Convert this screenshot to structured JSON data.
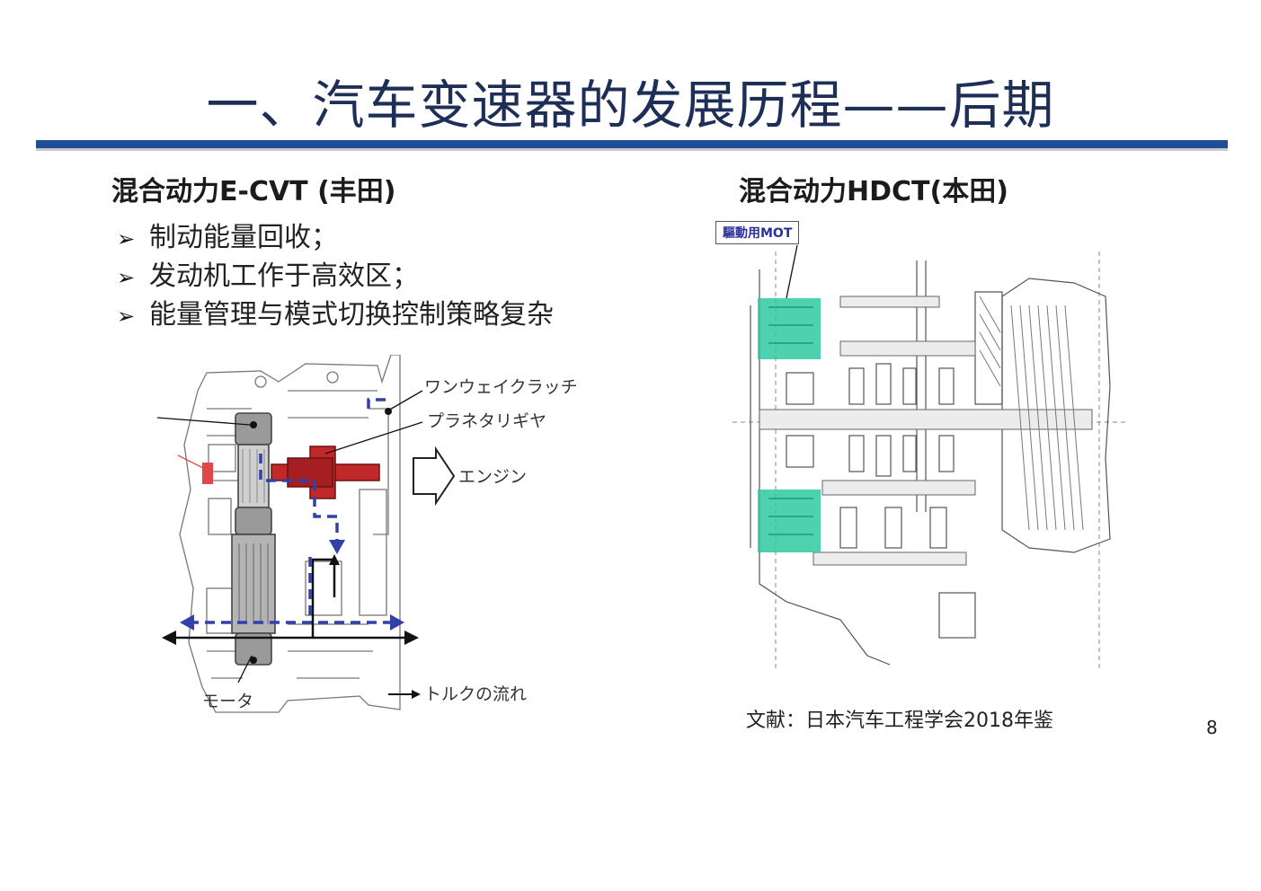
{
  "title": "一、汽车变速器的发展历程——后期",
  "left": {
    "heading": "混合动力E-CVT (丰田)",
    "bullets": [
      "制动能量回收；",
      "发动机工作于高效区；",
      "能量管理与模式切换控制策略复杂"
    ],
    "diagram_labels": {
      "one_way_clutch": "ワンウェイクラッチ",
      "planetary_gear": "プラネタリギヤ",
      "engine": "エンジン",
      "motor": "モータ",
      "torque_flow": "トルクの流れ"
    }
  },
  "right": {
    "heading": "混合动力HDCT(本田)",
    "motor_tag": "驅動用MOT",
    "reference": "文献：日本汽车工程学会2018年鉴"
  },
  "page_number": "8",
  "colors": {
    "title_rule": "#1f4e96",
    "torque_blue": "#3340a8",
    "planetary_red": "#c0282a",
    "motor_green": "#2fc9a0"
  }
}
